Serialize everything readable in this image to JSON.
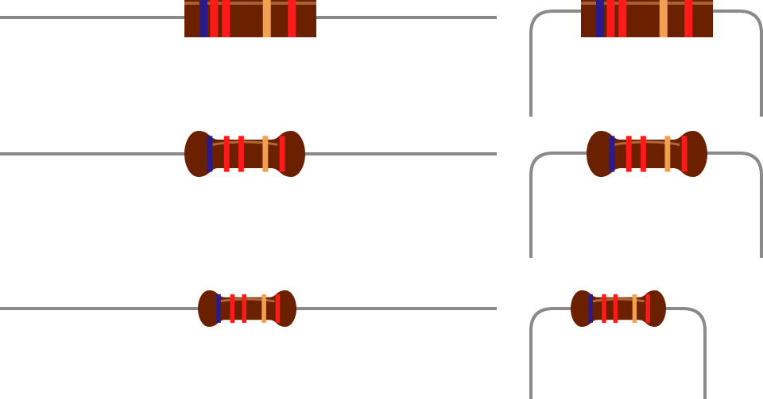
{
  "colors": {
    "background": "#ffffff",
    "lead": "#8a8a8a",
    "body": "#6b2100",
    "highlight": "#b8703a",
    "band_violet": "#2a1a8c",
    "band_red": "#ff1a1a",
    "band_gold": "#f0a050"
  },
  "resistors": [
    {
      "name": "resistor-large-straight",
      "shape": "cylinder",
      "leads": "straight",
      "bands": [
        "violet",
        "red",
        "red",
        "gold",
        "red"
      ]
    },
    {
      "name": "resistor-large-bent",
      "shape": "cylinder",
      "leads": "bent-down",
      "bands": [
        "violet",
        "red",
        "red",
        "gold",
        "red"
      ]
    },
    {
      "name": "resistor-medium-straight",
      "shape": "dogbone",
      "leads": "straight",
      "bands": [
        "violet",
        "red",
        "red",
        "gold",
        "red"
      ]
    },
    {
      "name": "resistor-medium-bent",
      "shape": "dogbone",
      "leads": "bent-down",
      "bands": [
        "violet",
        "red",
        "red",
        "gold",
        "red"
      ]
    },
    {
      "name": "resistor-small-straight",
      "shape": "dogbone",
      "leads": "straight",
      "bands": [
        "violet",
        "red",
        "red",
        "gold",
        "red"
      ]
    },
    {
      "name": "resistor-small-bent",
      "shape": "dogbone",
      "leads": "bent-down",
      "bands": [
        "violet",
        "red",
        "red",
        "gold",
        "red"
      ]
    }
  ]
}
